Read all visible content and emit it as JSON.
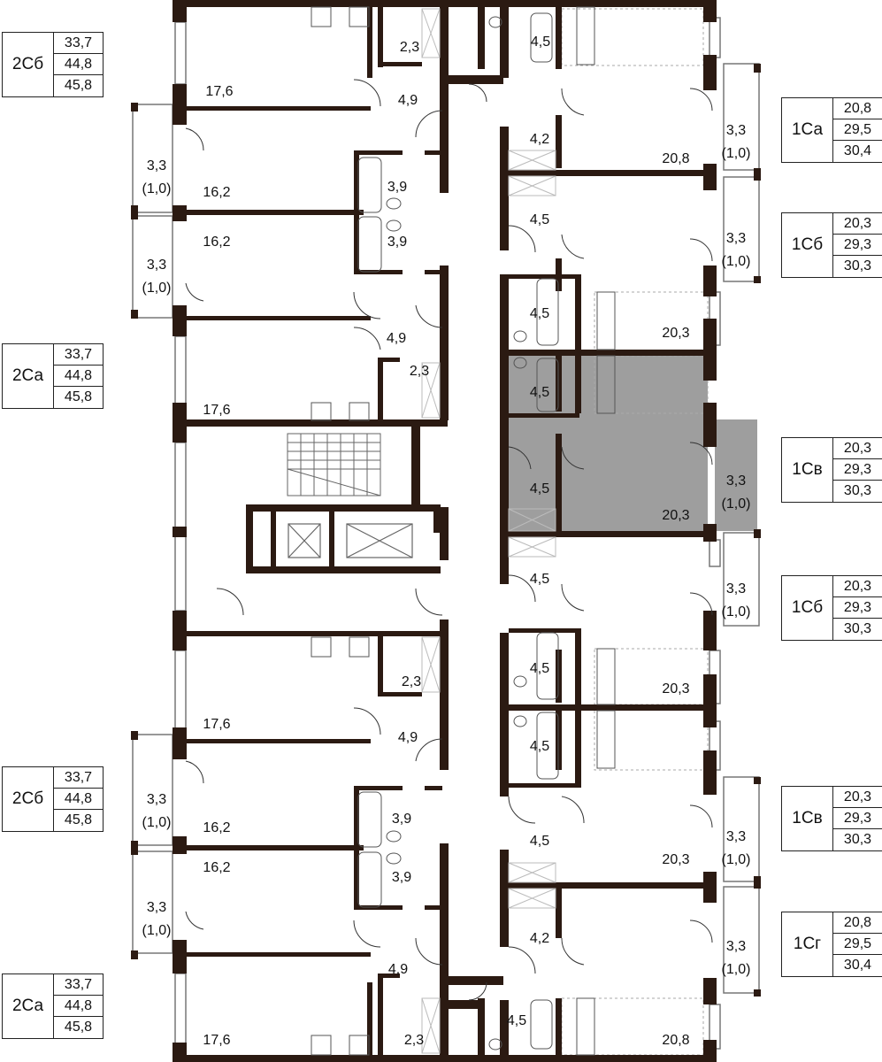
{
  "rooms": [
    {
      "id": "l1-living",
      "area": "17,6"
    },
    {
      "id": "l1-storage",
      "area": "2,3"
    },
    {
      "id": "l1-hall",
      "area": "4,9"
    },
    {
      "id": "l1-balcony",
      "area": "3,3",
      "note": "(1,0)"
    },
    {
      "id": "l1-bedroom",
      "area": "16,2"
    },
    {
      "id": "l1-bath",
      "area": "3,9"
    },
    {
      "id": "l2-bedroom",
      "area": "16,2"
    },
    {
      "id": "l2-bath",
      "area": "3,9"
    },
    {
      "id": "l2-balcony",
      "area": "3,3",
      "note": "(1,0)"
    },
    {
      "id": "l2-hall",
      "area": "4,9"
    },
    {
      "id": "l2-storage",
      "area": "2,3"
    },
    {
      "id": "l2-living",
      "area": "17,6"
    },
    {
      "id": "l3-storage",
      "area": "2,3"
    },
    {
      "id": "l3-living",
      "area": "17,6"
    },
    {
      "id": "l3-hall",
      "area": "4,9"
    },
    {
      "id": "l3-balcony",
      "area": "3,3",
      "note": "(1,0)"
    },
    {
      "id": "l3-bedroom",
      "area": "16,2"
    },
    {
      "id": "l3-bath",
      "area": "3,9"
    },
    {
      "id": "l4-bedroom",
      "area": "16,2"
    },
    {
      "id": "l4-bath",
      "area": "3,9"
    },
    {
      "id": "l4-balcony",
      "area": "3,3",
      "note": "(1,0)"
    },
    {
      "id": "l4-hall",
      "area": "4,9"
    },
    {
      "id": "l4-living",
      "area": "17,6"
    },
    {
      "id": "l4-storage",
      "area": "2,3"
    },
    {
      "id": "r1-bath",
      "area": "4,5"
    },
    {
      "id": "r1-hall",
      "area": "4,2"
    },
    {
      "id": "r1-room",
      "area": "20,8"
    },
    {
      "id": "r1-balcony",
      "area": "3,3",
      "note": "(1,0)"
    },
    {
      "id": "r2-hall",
      "area": "4,5"
    },
    {
      "id": "r2-balcony",
      "area": "3,3",
      "note": "(1,0)"
    },
    {
      "id": "r2-bath",
      "area": "4,5"
    },
    {
      "id": "r2-room",
      "area": "20,3"
    },
    {
      "id": "r3-bath",
      "area": "4,5"
    },
    {
      "id": "r3-hall",
      "area": "4,5"
    },
    {
      "id": "r3-room",
      "area": "20,3"
    },
    {
      "id": "r3-balcony",
      "area": "3,3",
      "note": "(1,0)"
    },
    {
      "id": "r4-hall",
      "area": "4,5"
    },
    {
      "id": "r4-balcony",
      "area": "3,3",
      "note": "(1,0)"
    },
    {
      "id": "r4-bath",
      "area": "4,5"
    },
    {
      "id": "r4-room",
      "area": "20,3"
    },
    {
      "id": "r5-bath",
      "area": "4,5"
    },
    {
      "id": "r5-hall",
      "area": "4,5"
    },
    {
      "id": "r5-room",
      "area": "20,3"
    },
    {
      "id": "r5-balcony",
      "area": "3,3",
      "note": "(1,0)"
    },
    {
      "id": "r6-hall",
      "area": "4,2"
    },
    {
      "id": "r6-balcony",
      "area": "3,3",
      "note": "(1,0)"
    },
    {
      "id": "r6-bath",
      "area": "4,5"
    },
    {
      "id": "r6-room",
      "area": "20,8"
    }
  ],
  "apartments": [
    {
      "code": "2Сб",
      "areas": [
        "33,7",
        "44,8",
        "45,8"
      ]
    },
    {
      "code": "2Са",
      "areas": [
        "33,7",
        "44,8",
        "45,8"
      ]
    },
    {
      "code": "2Сб",
      "areas": [
        "33,7",
        "44,8",
        "45,8"
      ]
    },
    {
      "code": "2Са",
      "areas": [
        "33,7",
        "44,8",
        "45,8"
      ]
    },
    {
      "code": "1Са",
      "areas": [
        "20,8",
        "29,5",
        "30,4"
      ]
    },
    {
      "code": "1Сб",
      "areas": [
        "20,3",
        "29,3",
        "30,3"
      ]
    },
    {
      "code": "1Св",
      "areas": [
        "20,3",
        "29,3",
        "30,3"
      ],
      "highlighted": true
    },
    {
      "code": "1Сб",
      "areas": [
        "20,3",
        "29,3",
        "30,3"
      ]
    },
    {
      "code": "1Св",
      "areas": [
        "20,3",
        "29,3",
        "30,3"
      ]
    },
    {
      "code": "1Сг",
      "areas": [
        "20,8",
        "29,5",
        "30,4"
      ]
    }
  ],
  "colors": {
    "wall": "#2b1a12",
    "highlight": "#9e9e9e",
    "fixture": "#555555",
    "background": "#ffffff"
  }
}
